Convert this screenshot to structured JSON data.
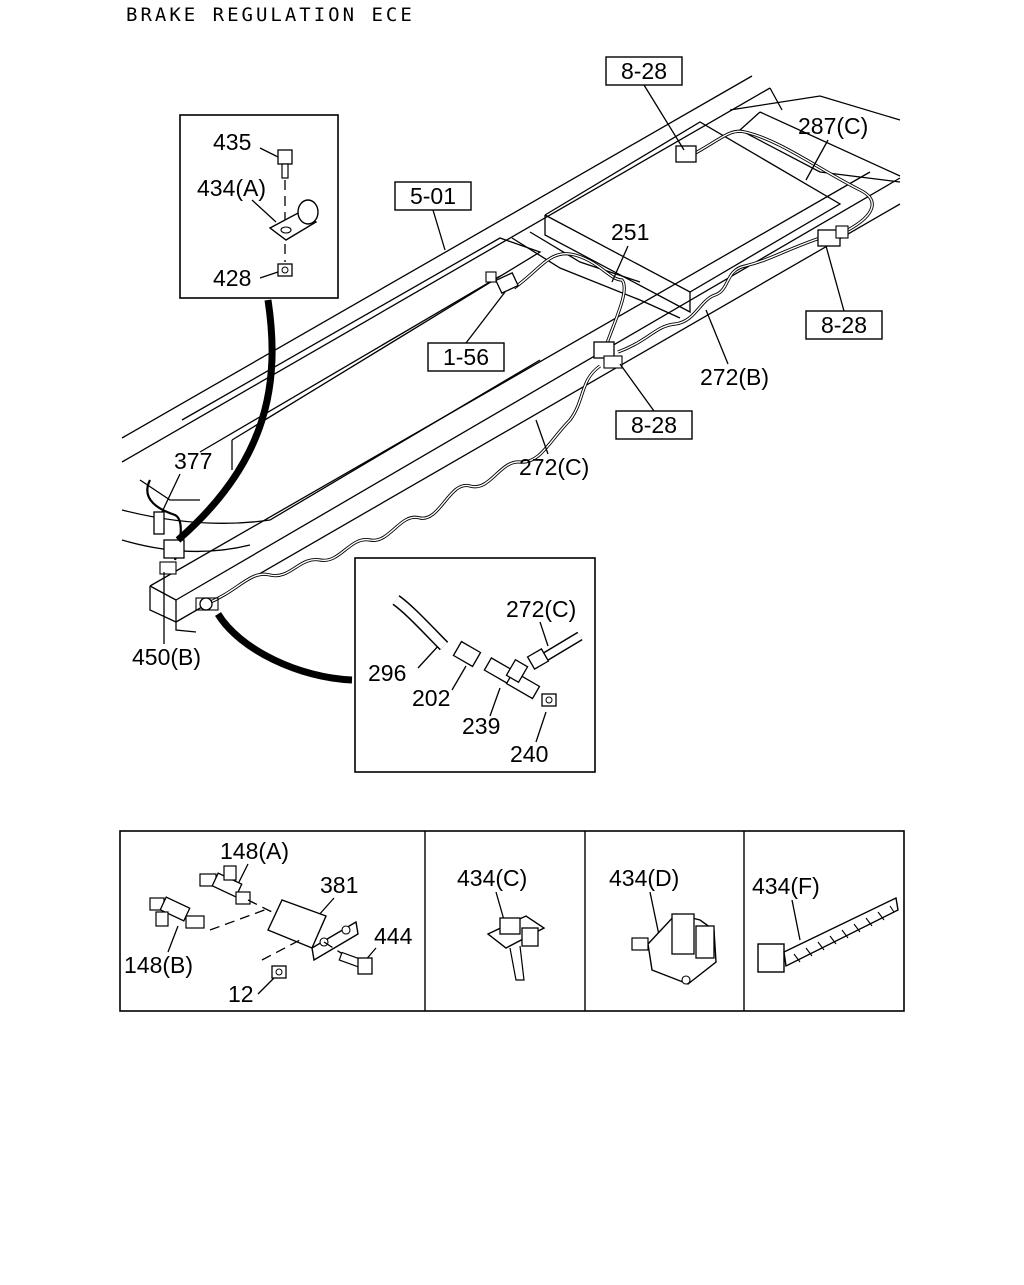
{
  "title": "BRAKE REGULATION ECE",
  "refs": {
    "r1": "8-28",
    "r2": "5-01",
    "r3": "8-28",
    "r4": "1-56",
    "r5": "8-28"
  },
  "labels": {
    "l287c": "287(C)",
    "l251": "251",
    "l272b": "272(B)",
    "l272c": "272(C)",
    "l377": "377",
    "l450b": "450(B)",
    "l435": "435",
    "l434a": "434(A)",
    "l428": "428",
    "l272c_inset": "272(C)",
    "l296": "296",
    "l202": "202",
    "l239": "239",
    "l240": "240",
    "l148a": "148(A)",
    "l381": "381",
    "l444": "444",
    "l148b": "148(B)",
    "l12": "12",
    "l434c": "434(C)",
    "l434d": "434(D)",
    "l434f": "434(F)"
  }
}
